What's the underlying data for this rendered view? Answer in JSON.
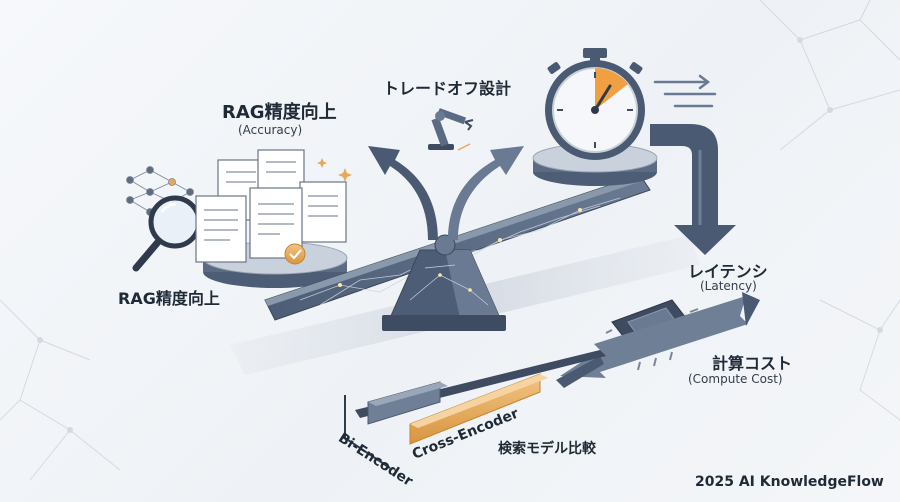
{
  "labels": {
    "accuracy_title": "RAG精度向上",
    "accuracy_sub": "(Accuracy)",
    "accuracy_base": "RAG精度向上",
    "tradeoff": "トレードオフ設計",
    "latency_title": "レイテンシ",
    "latency_sub": "(Latency)",
    "compute_title": "計算コスト",
    "compute_sub": "(Compute Cost)",
    "bi_encoder": "Bi-Encoder",
    "cross_encoder": "Cross-Encoder",
    "model_compare": "検索モデル比較",
    "footer": "2025 AI KnowledgeFlow"
  },
  "colors": {
    "steel": "#5b6b83",
    "steel_dark": "#3e4b60",
    "arrow": "#4a5a72",
    "gold": "#e6a95a",
    "accent_orange": "#f0a040",
    "bar_blue": "#6f8096"
  },
  "icons": [
    "neural-network-icon",
    "magnifier-icon",
    "document-stack-icon",
    "certificate-seal-icon",
    "robot-arm-icon",
    "stopwatch-icon",
    "cpu-chip-icon",
    "speed-lines-icon"
  ]
}
